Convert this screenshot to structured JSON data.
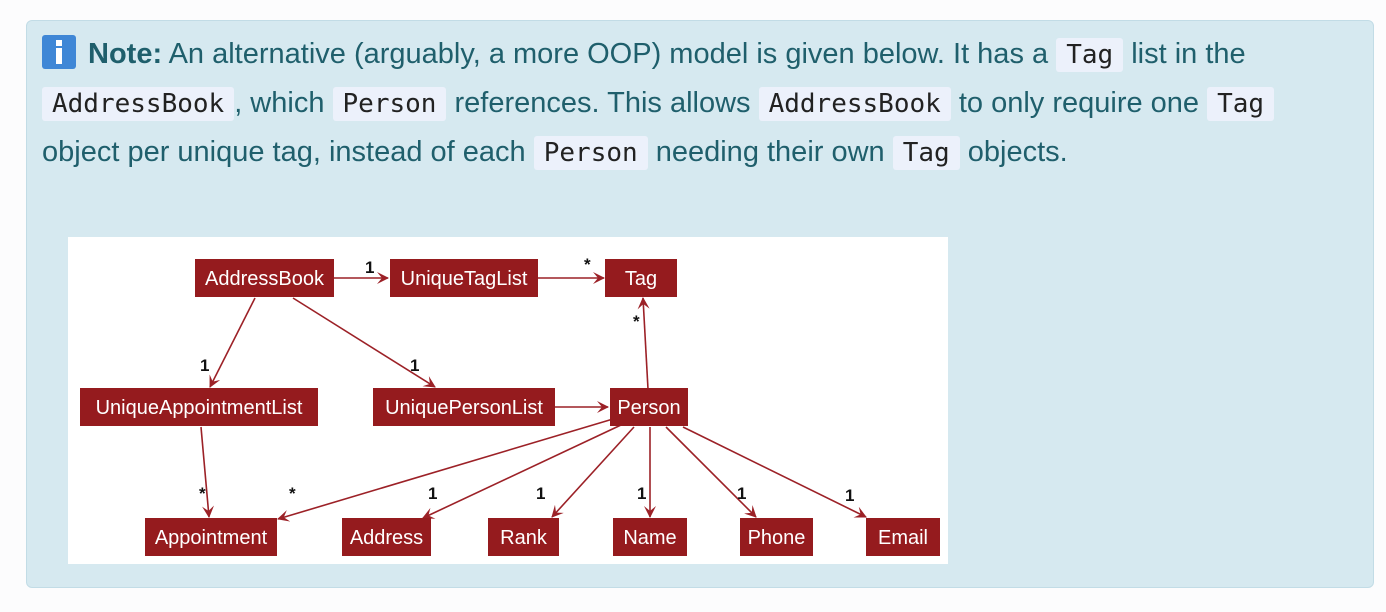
{
  "note": {
    "label": "Note:",
    "icon": "info-icon",
    "segments": [
      {
        "type": "text",
        "value": " An alternative (arguably, a more OOP) model is given below. It has a "
      },
      {
        "type": "code",
        "value": "Tag"
      },
      {
        "type": "text",
        "value": " list in the "
      },
      {
        "type": "code",
        "value": "AddressBook"
      },
      {
        "type": "text",
        "value": ", which "
      },
      {
        "type": "code",
        "value": "Person"
      },
      {
        "type": "text",
        "value": " references. This allows "
      },
      {
        "type": "code",
        "value": "AddressBook"
      },
      {
        "type": "text",
        "value": " to only require one "
      },
      {
        "type": "code",
        "value": "Tag"
      },
      {
        "type": "text",
        "value": " object per unique tag, instead of each "
      },
      {
        "type": "code",
        "value": "Person"
      },
      {
        "type": "text",
        "value": " needing their own "
      },
      {
        "type": "code",
        "value": "Tag"
      },
      {
        "type": "text",
        "value": " objects."
      }
    ]
  },
  "diagram": {
    "node_color": "#951b1e",
    "edge_color": "#9c2127",
    "nodes": {
      "addressbook": "AddressBook",
      "uniquetaglist": "UniqueTagList",
      "tag": "Tag",
      "uniqueappointmentlist": "UniqueAppointmentList",
      "uniquepersonlist": "UniquePersonList",
      "person": "Person",
      "appointment": "Appointment",
      "address": "Address",
      "rank": "Rank",
      "name": "Name",
      "phone": "Phone",
      "email": "Email"
    },
    "multiplicities": {
      "ab_taglist": "1",
      "taglist_tag": "*",
      "person_tag": "*",
      "ab_appt": "1",
      "ab_personlist": "1",
      "appt_list": "*",
      "person_appt": "*",
      "person_address": "1",
      "person_rank": "1",
      "person_name": "1",
      "person_phone": "1",
      "person_email": "1"
    }
  }
}
